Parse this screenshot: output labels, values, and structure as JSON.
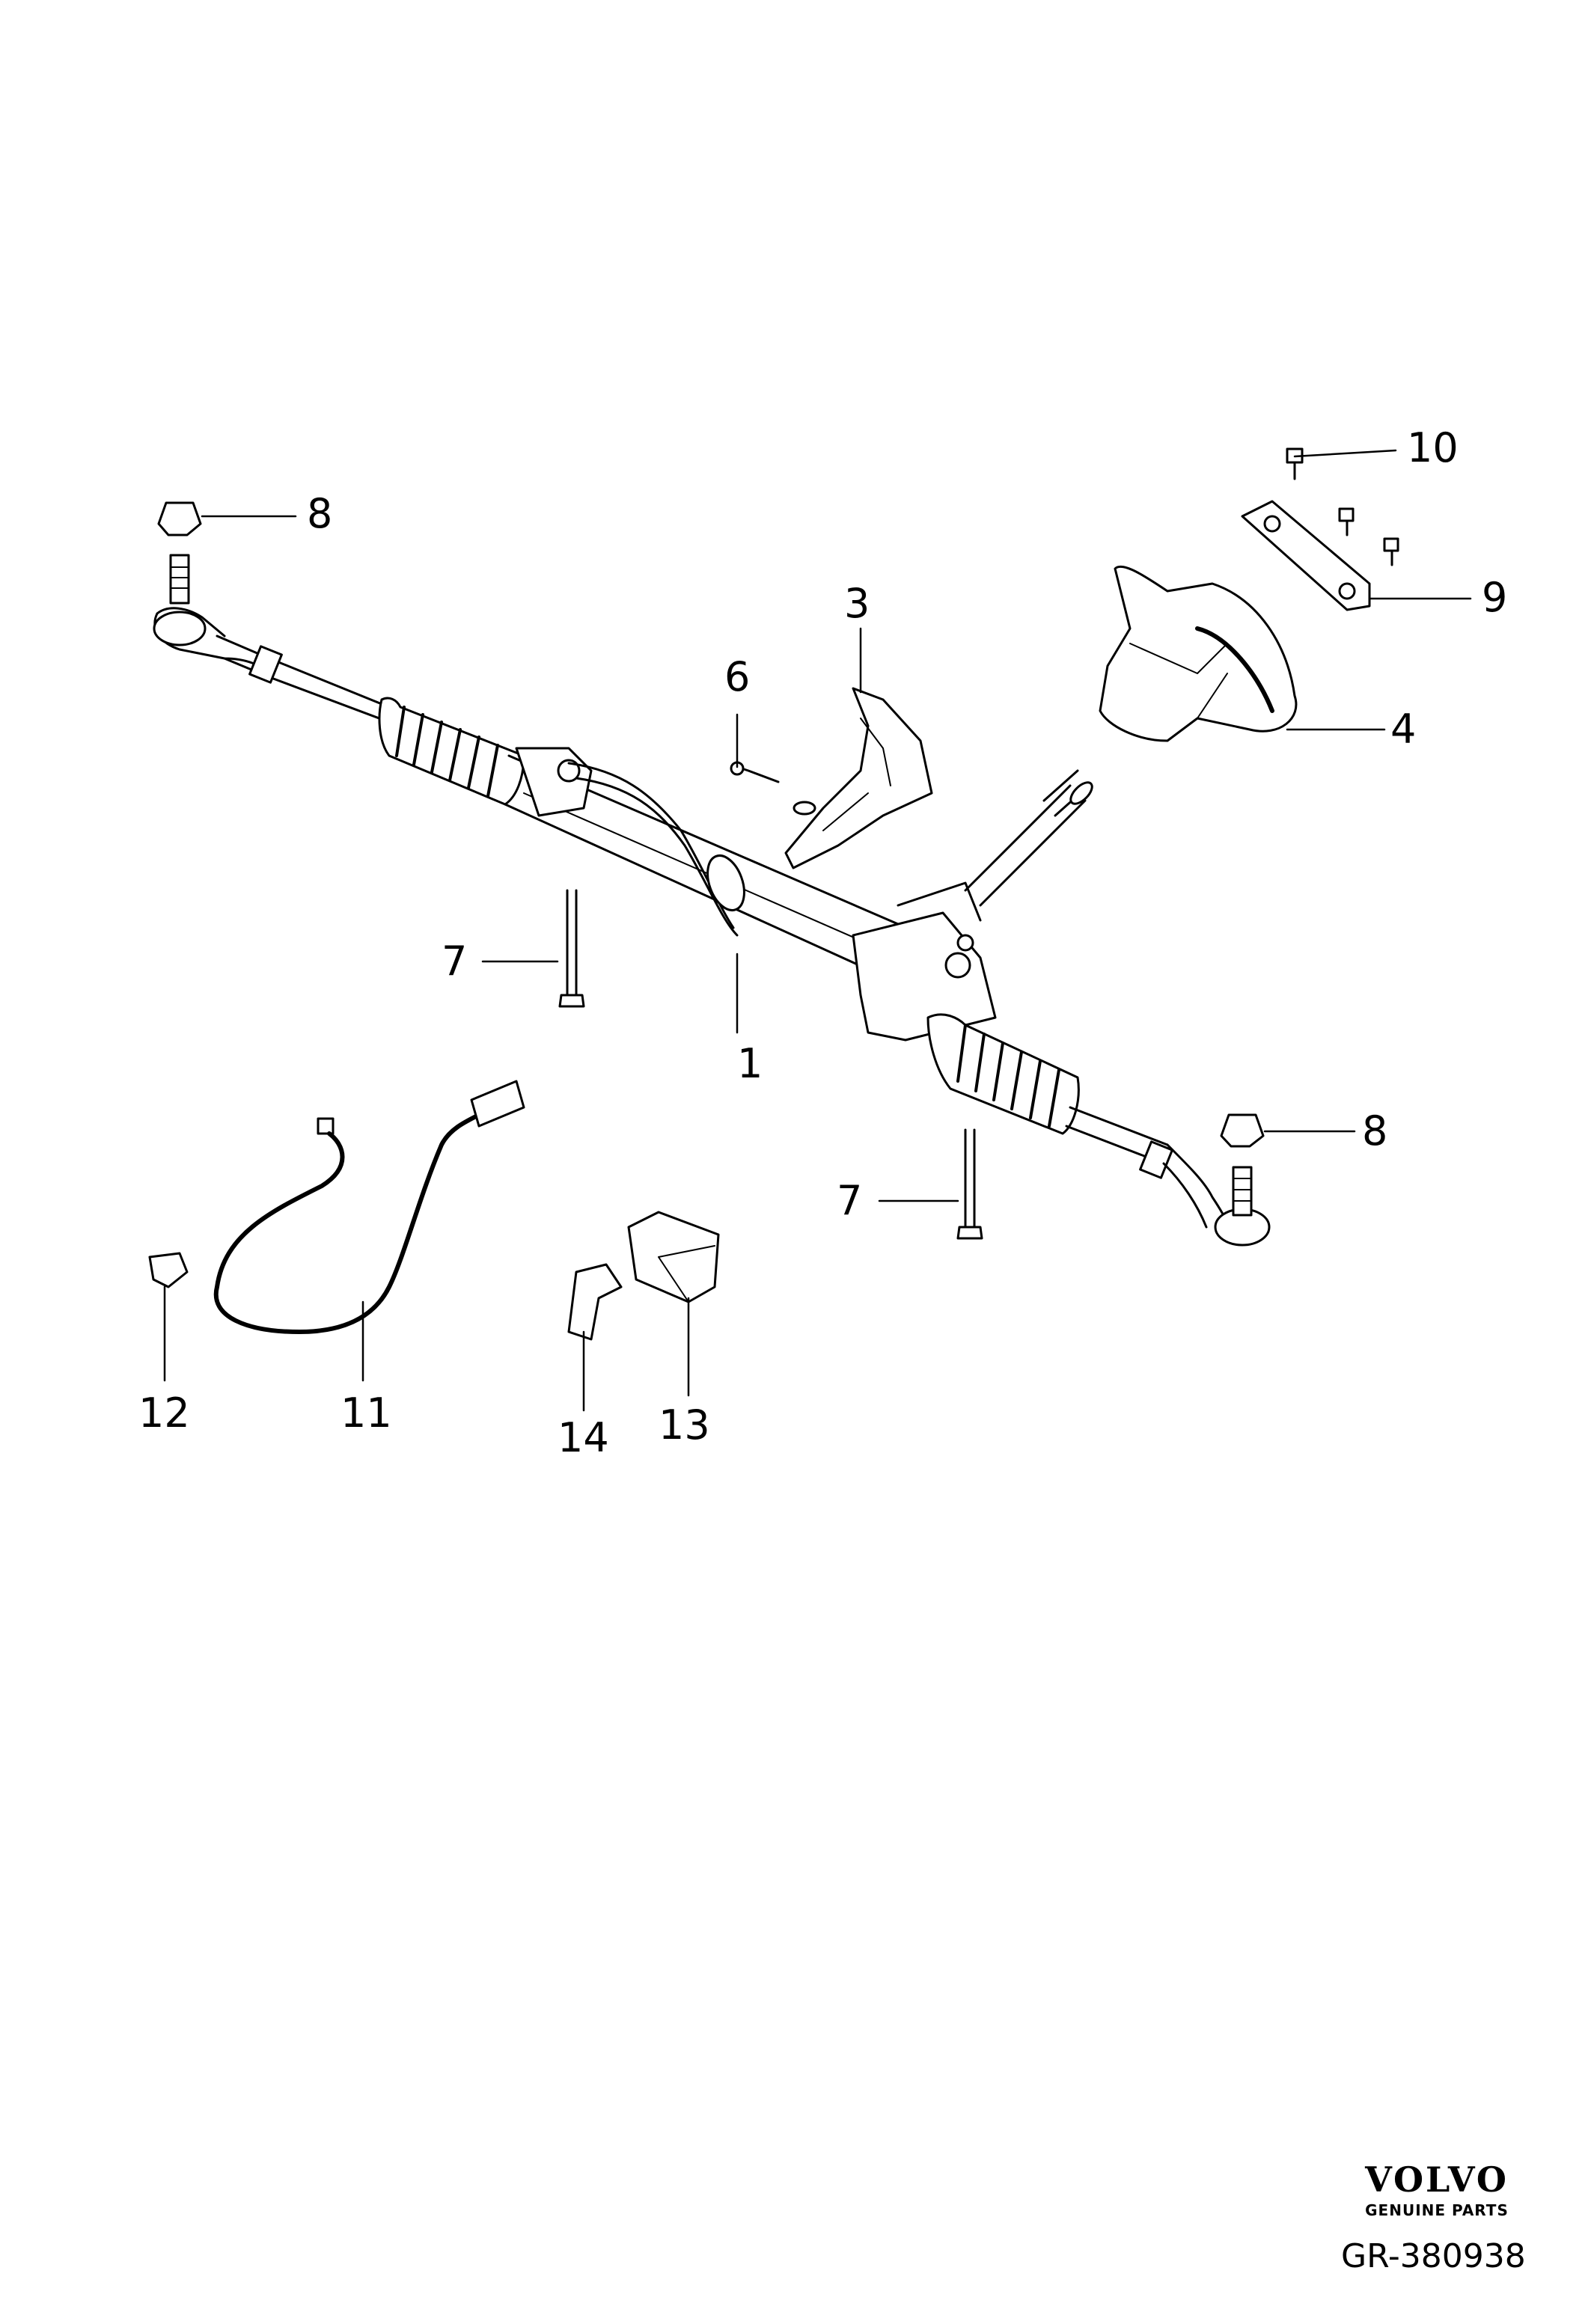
{
  "callouts": [
    {
      "id": "c1",
      "label": "1"
    },
    {
      "id": "c3",
      "label": "3"
    },
    {
      "id": "c4",
      "label": "4"
    },
    {
      "id": "c6",
      "label": "6"
    },
    {
      "id": "c7a",
      "label": "7"
    },
    {
      "id": "c7b",
      "label": "7"
    },
    {
      "id": "c8a",
      "label": "8"
    },
    {
      "id": "c8b",
      "label": "8"
    },
    {
      "id": "c9",
      "label": "9"
    },
    {
      "id": "c10",
      "label": "10"
    },
    {
      "id": "c11",
      "label": "11"
    },
    {
      "id": "c12",
      "label": "12"
    },
    {
      "id": "c13",
      "label": "13"
    },
    {
      "id": "c14",
      "label": "14"
    }
  ],
  "brand": {
    "name": "VOLVO",
    "tagline": "GENUINE PARTS"
  },
  "reference": "GR-380938",
  "colors": {
    "line": "#000000",
    "background": "#ffffff",
    "shade": "#dcdcdc"
  }
}
